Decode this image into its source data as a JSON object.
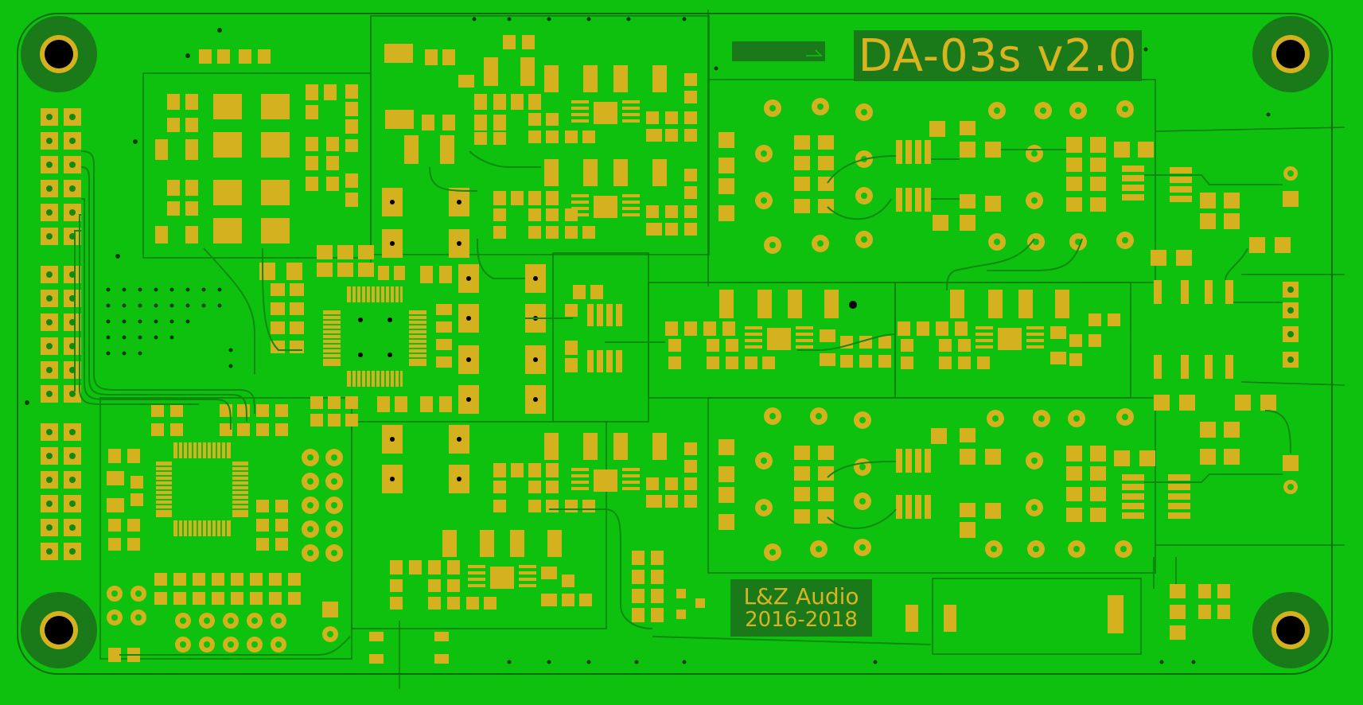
{
  "board": {
    "name": "DA-03s v2.0",
    "maker": "L&Z Audio",
    "years": "2016-2018"
  },
  "colors": {
    "substrate": "#0fc10f",
    "copper_pad": "#d4b11f",
    "trace": "#118a11",
    "silk_box": "#1a7a1a",
    "hole": "#000000"
  }
}
